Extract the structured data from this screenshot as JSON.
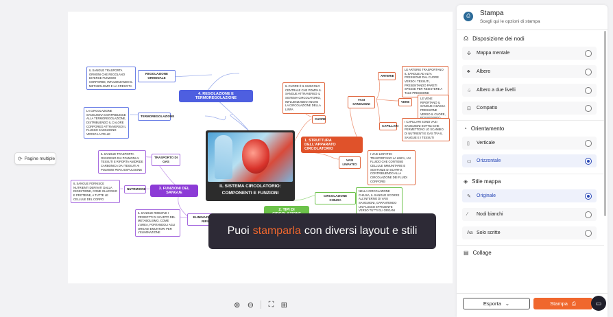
{
  "left_toolbar": {
    "pages_label": "Pagine multiple"
  },
  "mindmap": {
    "central_title_line1": "IL SISTEMA CIRCOLATORIO:",
    "central_title_line2": "COMPONENTI E FUNZIONI",
    "branch_regulation": "4. REGOLAZIONE E TERMOREGOLAZIONE",
    "reg_hormonal": "REGOLAZIONE ORMONALE",
    "reg_hormonal_note": "IL SANGUE TRASPORTA ORMONI CHE REGOLANO DIVERSE FUNZIONI CORPOREE, INFLUENZANDO IL METABOLISMO E LA CRESCITA",
    "thermoreg": "TERMOREGOLAZIONE",
    "thermoreg_note": "LA CIRCOLAZIONE SANGUIGNA CONTRIBUISCE ALLA TERMOREGOLAZIONE, DISTRIBUENDO IL CALORE CORPOREO ATTRAVERSO IL FLUSSO SANGUIGNO VERSO LA PELLE",
    "branch_functions": "3. FUNZIONI DEL SANGUE",
    "gas_transport": "TRASPORTO DI GAS",
    "gas_note": "IL SANGUE TRASPORTA OSSIGENO DAI POLMONI AI TESSUTI E RIPORTA ANIDRIDE CARBONICA DAI TESSUTI AI POLMONI PER L'ESPULSIONE",
    "nutrition": "NUTRIZIONE",
    "nutrition_note": "IL SANGUE FORNISCE NUTRIENTI DERIVATI DALLA DIGESTIONE, COME GLUCOSIO E PROTEINE, A TUTTE LE CELLULE DEL CORPO",
    "waste": "ELIMINAZIONE DEI RIFIUTI",
    "waste_note": "IL SANGUE RIMUOVE I PRODOTTI DI SCARTO DEL METABOLISMO, COME L'UREA, PORTANDOLI AGLI ORGANI EMUNTORI PER L'ELIMINAZIONE",
    "branch_structure": "1. STRUTTURA DELL'APPARATO CIRCOLATORIO",
    "heart": "CUORE",
    "heart_note": "IL CUORE È IL MUSCOLO CENTRALE CHE POMPA IL SANGUE ATTRAVERSO IL SISTEMA CIRCOLATORIO, INFLUENZANDO ANCHE LA CIRCOLAZIONE DELLA LINFA",
    "vessels": "VASI SANGUIGNI",
    "arteries": "ARTERIE",
    "arteries_note": "LE ARTERIE TRASPORTANO IL SANGUE AD ALTA PRESSIONE DAL CUORE VERSO I TESSUTI, PRESENTANDO PARETI SPESSE PER RESISTERE A TALE PRESSIONE",
    "veins": "VENE",
    "veins_note": "LE VENE RIPORTANO IL SANGUE A BASSA PRESSIONE VERSO IL CUORE, POSSEDENDO PARETI PIÙ SOTTILI RISPETTO ALLE ARTERIE",
    "capillaries": "CAPILLARI",
    "capillaries_note": "I CAPILLARI SONO VASI SANGUIGNI SOTTILI CHE PERMETTONO LO SCAMBIO DI NUTRIENTI E GAS TRA IL SANGUE E I TESSUTI",
    "lymph": "VASI LINFATICI",
    "lymph_note": "I VASI LINFATICI TRASPORTANO LA LINFA, UN FLUIDO CHE CONTIENE CELLULE IMMUNITARIE E SOSTANZE DI SCARTO, CONTRIBUENDO ALLA CIRCOLAZIONE DEI FLUIDI CORPOREI",
    "branch_types": "2. TIPI DI CIRCOLAZIONE",
    "closed": "CIRCOLAZIONE CHIUSA",
    "closed_note": "NELLA CIRCOLAZIONE CHIUSA, IL SANGUE SCORRE ALL'INTERNO DI VASI SANGUIGNI, GARANTENDO UN FLUSSO EFFICIENTE VERSO TUTTI GLI ORGANI"
  },
  "banner": {
    "pre": "Puoi",
    "highlight": "stamparla",
    "post": "con diversi layout e stili"
  },
  "zoom": {
    "zoom_in": "⊕",
    "zoom_out": "⊖",
    "fit": "⛶",
    "layout": "⊞"
  },
  "panel": {
    "title": "Stampa",
    "subtitle": "Scegli qui le opzioni di stampa",
    "layout_section": "Disposizione dei nodi",
    "layout_options": [
      "Mappa mentale",
      "Albero",
      "Albero a due livelli",
      "Compatto"
    ],
    "orientation_section": "Orientamento",
    "orientation_options": [
      "Verticale",
      "Orizzontale"
    ],
    "style_section": "Stile mappa",
    "style_options": [
      "Originale",
      "Nodi bianchi",
      "Solo scritte"
    ],
    "collage_section": "Collage",
    "export_label": "Esporta",
    "print_label": "Stampa"
  },
  "colors": {
    "accent": "#f0672d",
    "selected": "#2746b5",
    "banner_bg": "#2d2a36"
  }
}
